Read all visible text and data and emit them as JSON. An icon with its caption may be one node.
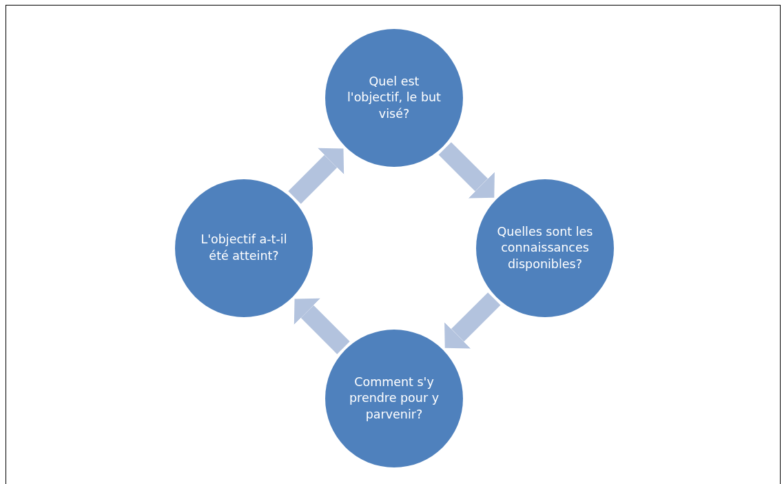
{
  "diagram": {
    "nodes": [
      {
        "text": [
          "Quel est l'objectif, le but  visé?"
        ]
      },
      {
        "text": [
          "Quelles sont les connaissances disponibles?"
        ]
      },
      {
        "text": [
          "Comment s'y prendre pour y parvenir?"
        ]
      },
      {
        "text": [
          "L'objectif a-t-il été atteint?"
        ]
      }
    ],
    "edges": [
      {
        "from": 0,
        "to": 1,
        "arrow": "to"
      },
      {
        "from": 1,
        "to": 2,
        "arrow": "to"
      },
      {
        "from": 2,
        "to": 3,
        "arrow": "to"
      },
      {
        "from": 3,
        "to": 0,
        "arrow": "to"
      }
    ]
  }
}
